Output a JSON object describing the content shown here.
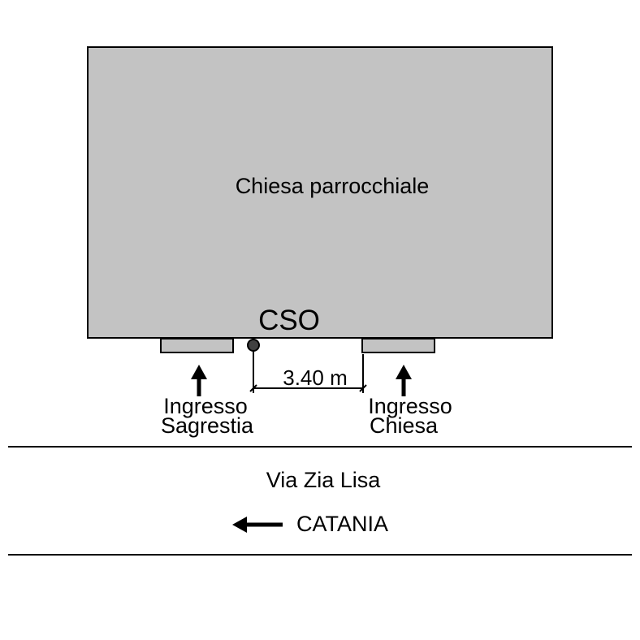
{
  "building": {
    "label": "Chiesa parrocchiale",
    "fill": "#c3c3c3"
  },
  "cso_label": "CSO",
  "dimension": {
    "label": "3.40 m"
  },
  "entrances": {
    "sacristy": {
      "line1": "Ingresso",
      "line2": "Sagrestia"
    },
    "church": {
      "line1": "Ingresso",
      "line2": "Chiesa"
    }
  },
  "street": {
    "name": "Via Zia Lisa",
    "direction_label": "CATANIA",
    "direction_icon": "left-arrow-icon"
  }
}
